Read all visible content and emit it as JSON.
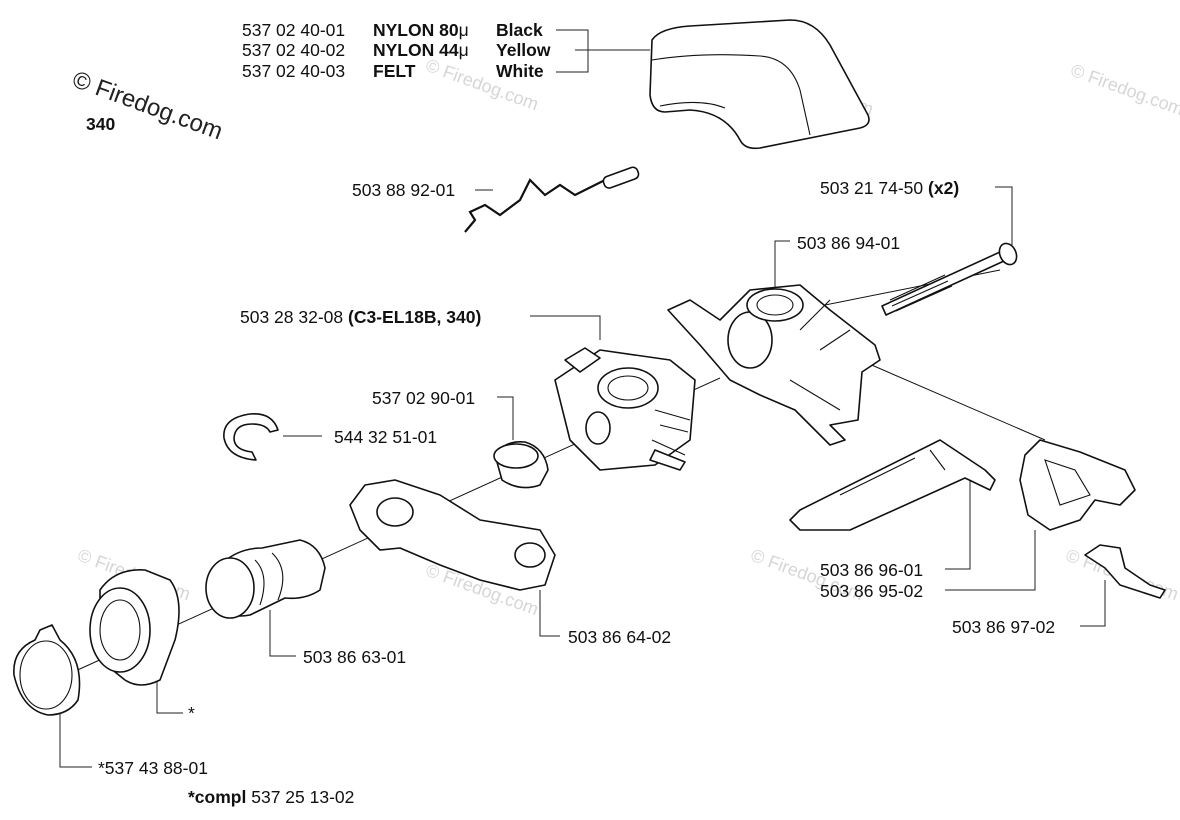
{
  "brand": {
    "copyright": "© Firedog.com",
    "watermark": "© Firedog.com"
  },
  "model": "340",
  "filter": {
    "rows": [
      {
        "pn": "537 02 40-01",
        "material": "NYLON 80",
        "mu": "μ",
        "color": "Black"
      },
      {
        "pn": "537 02 40-02",
        "material": "NYLON 44",
        "mu": "μ",
        "color": "Yellow"
      },
      {
        "pn": "537 02 40-03",
        "material": "FELT",
        "mu": "",
        "color": "White"
      }
    ]
  },
  "parts": {
    "rod": "503 88 92-01",
    "bolt_pn": "503 21 74-50",
    "bolt_qty": "(x2)",
    "holder": "503 86 94-01",
    "carb_pn": "503 28 32-08",
    "carb_model": "(C3-EL18B, 340)",
    "gasket_ring": "537 02 90-01",
    "circlip": "544 32 51-01",
    "lever_a": "503 86 96-01",
    "lever_b": "503 86 95-02",
    "bracket": "503 86 97-02",
    "intake_bracket": "503 86 64-02",
    "boot": "503 86 63-01",
    "flange_star": "*",
    "clamp": "*537 43 88-01",
    "compl_label": "*compl",
    "compl_pn": "537 25 13-02"
  },
  "icons": [
    "air-filter-cover-icon",
    "throttle-rod-icon",
    "screw-icon",
    "carb-holder-icon",
    "carburetor-icon",
    "ring-icon",
    "circlip-icon",
    "lever-icon",
    "choke-housing-icon",
    "bracket-icon",
    "intake-boot-icon",
    "flange-icon",
    "hose-clamp-icon"
  ]
}
